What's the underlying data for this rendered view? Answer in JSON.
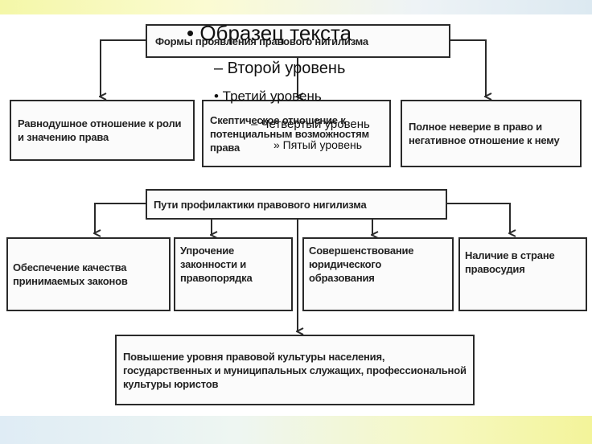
{
  "diagram": {
    "top_title": "Формы проявления правового нигилизма",
    "top_items": [
      "Равнодушное отношение к роли и значению права",
      "Скептическое отношение к потенциальным возможностям права",
      "Полное неверие в право и негативное отношение к нему"
    ],
    "middle_title": "Пути профилактики правового нигилизма",
    "middle_items": [
      "Обеспечение качества принимаемых законов",
      "Упрочение законности и правопорядка",
      "Совершенствование юридического образования",
      "Наличие в стране правосудия"
    ],
    "bottom_item": "Повышение уровня правовой культуры населения, государственных и муниципальных служащих, профессиональной культуры юристов"
  },
  "outline": {
    "level1": "• Образец текста",
    "level2": "– Второй уровень",
    "level3": "• Третий уровень",
    "level4": "– Четвертый уровень",
    "level5": "» Пятый уровень"
  }
}
